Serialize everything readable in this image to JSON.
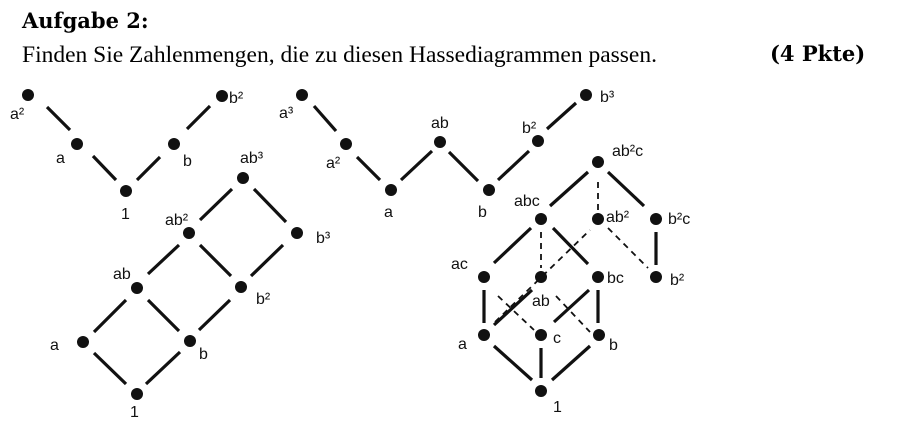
{
  "header": {
    "title": "Aufgabe 2:",
    "instruction": "Finden Sie Zahlenmengen, die zu diesen Hassediagrammen passen.",
    "points": "(4 Pkte)"
  },
  "diagrams": {
    "v_shape": {
      "labels": [
        "a²",
        "a",
        "1",
        "b",
        "b²"
      ]
    },
    "zigzag": {
      "labels": [
        "a³",
        "a²",
        "a",
        "ab",
        "b",
        "b²",
        "b³"
      ]
    },
    "lattice": {
      "labels": [
        "1",
        "a",
        "b",
        "ab",
        "ab²",
        "b²",
        "ab³",
        "b³"
      ]
    },
    "cube": {
      "labels": [
        "1",
        "a",
        "c",
        "b",
        "ac",
        "ab",
        "bc",
        "b²",
        "abc",
        "ab²",
        "b²c",
        "ab²c"
      ]
    }
  }
}
